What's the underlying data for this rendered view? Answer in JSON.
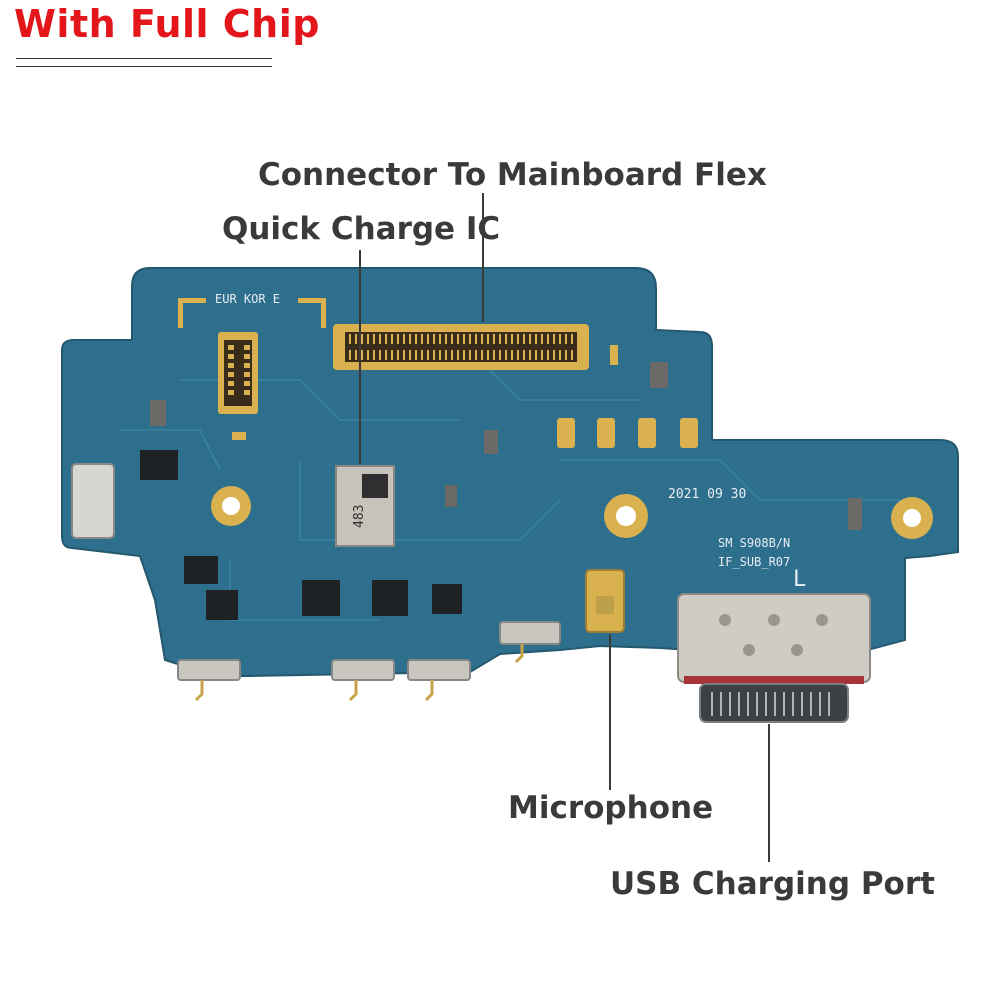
{
  "header": {
    "title": "With Full Chip",
    "title_color": "#e3171b"
  },
  "callouts": {
    "connector": "Connector To Mainboard Flex",
    "quick_charge": "Quick Charge IC",
    "microphone": "Microphone",
    "usb_port": "USB Charging Port"
  },
  "board": {
    "silkscreen_region": "EUR KOR E",
    "date_code": "2021 09 30",
    "model_line1": "SM S908B/N",
    "model_line2": "IF_SUB_R07",
    "rev_mark": "L",
    "chip_marking": "483",
    "pcb_color": "#2e6f8e",
    "gold_color": "#d9b24f"
  }
}
